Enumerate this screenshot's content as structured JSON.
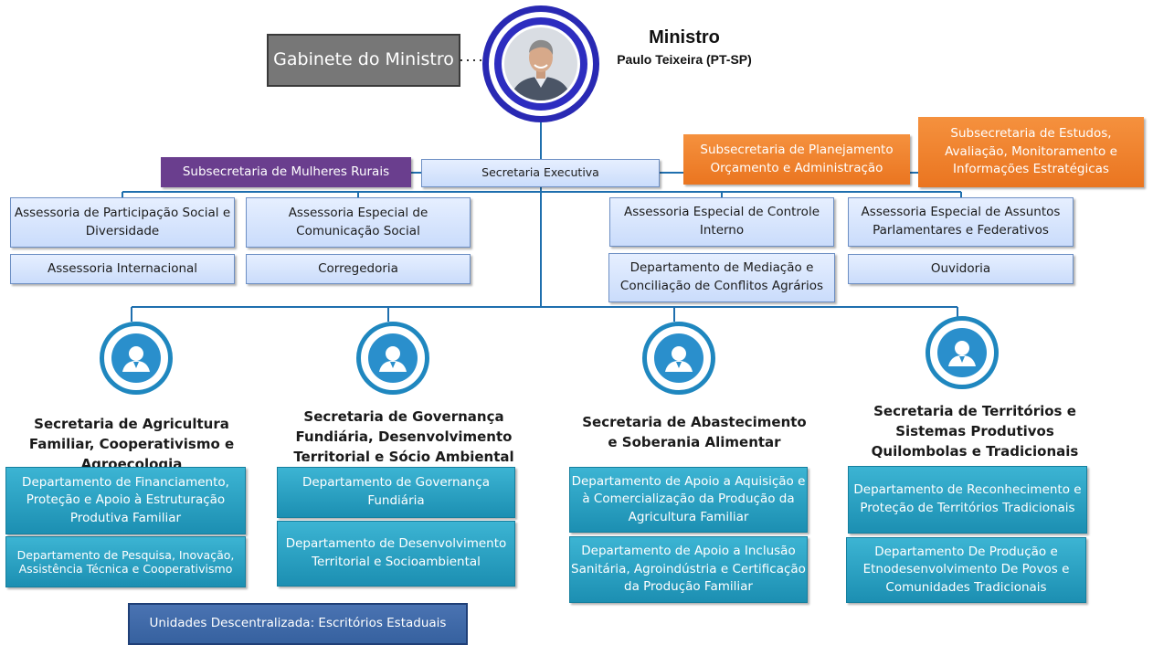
{
  "minister": {
    "title": "Ministro",
    "name": "Paulo Teixeira (PT-SP)"
  },
  "gabinete": "Gabinete do Ministro",
  "secretaria_executiva": "Secretaria Executiva",
  "subsecretarias": {
    "mulheres_rurais": "Subsecretaria de Mulheres Rurais",
    "planejamento": "Subsecretaria de Planejamento Orçamento e Administração",
    "estudos": "Subsecretaria de Estudos, Avaliação, Monitoramento e Informações Estratégicas"
  },
  "assessorias": {
    "participacao": "Assessoria de Participação Social e Diversidade",
    "comunicacao": "Assessoria Especial de Comunicação Social",
    "controle": "Assessoria Especial de Controle Interno",
    "parlamentares": "Assessoria Especial de Assuntos Parlamentares e Federativos",
    "internacional": "Assessoria Internacional",
    "corregedoria": "Corregedoria",
    "mediacao": "Departamento de Mediação e Conciliação de Conflitos Agrários",
    "ouvidoria": "Ouvidoria"
  },
  "secretarias": [
    {
      "title": "Secretaria de Agricultura Familiar, Cooperativismo e Agroecologia",
      "departments": [
        "Departamento de Financiamento, Proteção e  Apoio à Estruturação Produtiva Familiar",
        "Departamento de Pesquisa, Inovação, Assistência Técnica e Cooperativismo"
      ]
    },
    {
      "title": "Secretaria de Governança Fundiária, Desenvolvimento Territorial e Sócio Ambiental",
      "departments": [
        "Departamento de Governança Fundiária",
        "Departamento de Desenvolvimento Territorial e Socioambiental"
      ]
    },
    {
      "title": "Secretaria de Abastecimento e Soberania Alimentar",
      "departments": [
        "Departamento de Apoio a Aquisição e à Comercialização da Produção da Agricultura Familiar",
        "Departamento de Apoio a Inclusão Sanitária, Agroindústria e Certificação da Produção Familiar"
      ]
    },
    {
      "title": "Secretaria de Territórios e Sistemas Produtivos Quilombolas e Tradicionais",
      "departments": [
        "Departamento de Reconhecimento e Proteção de Territórios Tradicionais",
        "Departamento De Produção e Etnodesenvolvimento De Povos e Comunidades Tradicionais"
      ]
    }
  ],
  "unidades": "Unidades Descentralizada: Escritórios Estaduais",
  "icons": {
    "minister_photo": "person-photo",
    "secretaria_icon": "person-icon"
  },
  "colors": {
    "light_box": "#cadcfb",
    "teal_box": "#2aa3c6",
    "orange_box": "#ef8230",
    "purple_box": "#6a3e8e",
    "gray_box": "#777777",
    "navy_box": "#3f6aaa",
    "icon_ring": "#1f87bf",
    "minister_ring": "#2929b3",
    "connector": "#1f6fae"
  }
}
